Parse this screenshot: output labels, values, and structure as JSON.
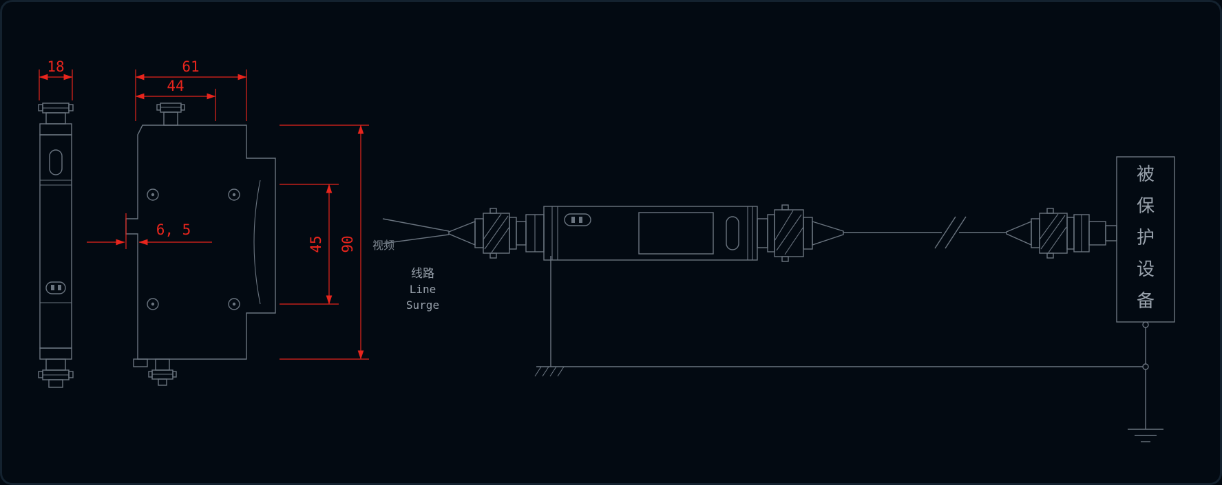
{
  "colors": {
    "bg": "#030a12",
    "border": "#14222f",
    "line": "#6b7580",
    "dim": "#e8251d",
    "text": "#99a2ac",
    "textdim": "#7e8791"
  },
  "dimensions": {
    "side_width": "18",
    "overall_width": "61",
    "mount_width": "44",
    "clip_offset": "6, 5",
    "inner_height": "45",
    "overall_height": "90"
  },
  "labels": {
    "video": "视频",
    "line_cn": "线路",
    "line_en": "Line",
    "surge_en": "Surge",
    "protected_device_chars": [
      "被",
      "保",
      "护",
      "设",
      "备"
    ]
  }
}
